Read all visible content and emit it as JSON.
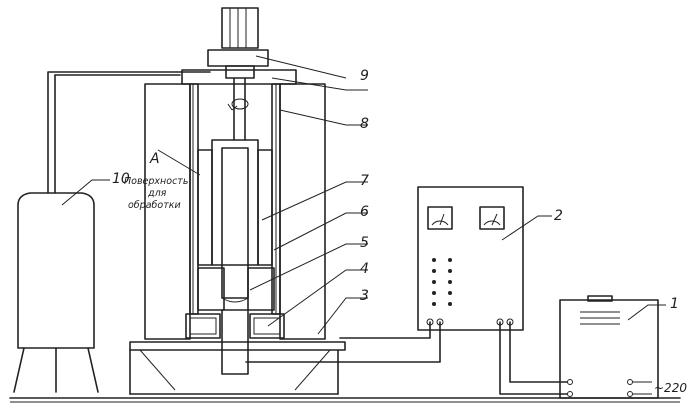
{
  "figure": {
    "surface_label": {
      "line1": "Поверхность",
      "line2": "для",
      "line3": "обработки"
    },
    "mark_a": "А",
    "supply_label": "~220",
    "callouts": [
      "1",
      "2",
      "3",
      "4",
      "5",
      "6",
      "7",
      "8",
      "9",
      "10"
    ]
  },
  "colors": {
    "ink": "#222222",
    "paper": "#ffffff"
  }
}
